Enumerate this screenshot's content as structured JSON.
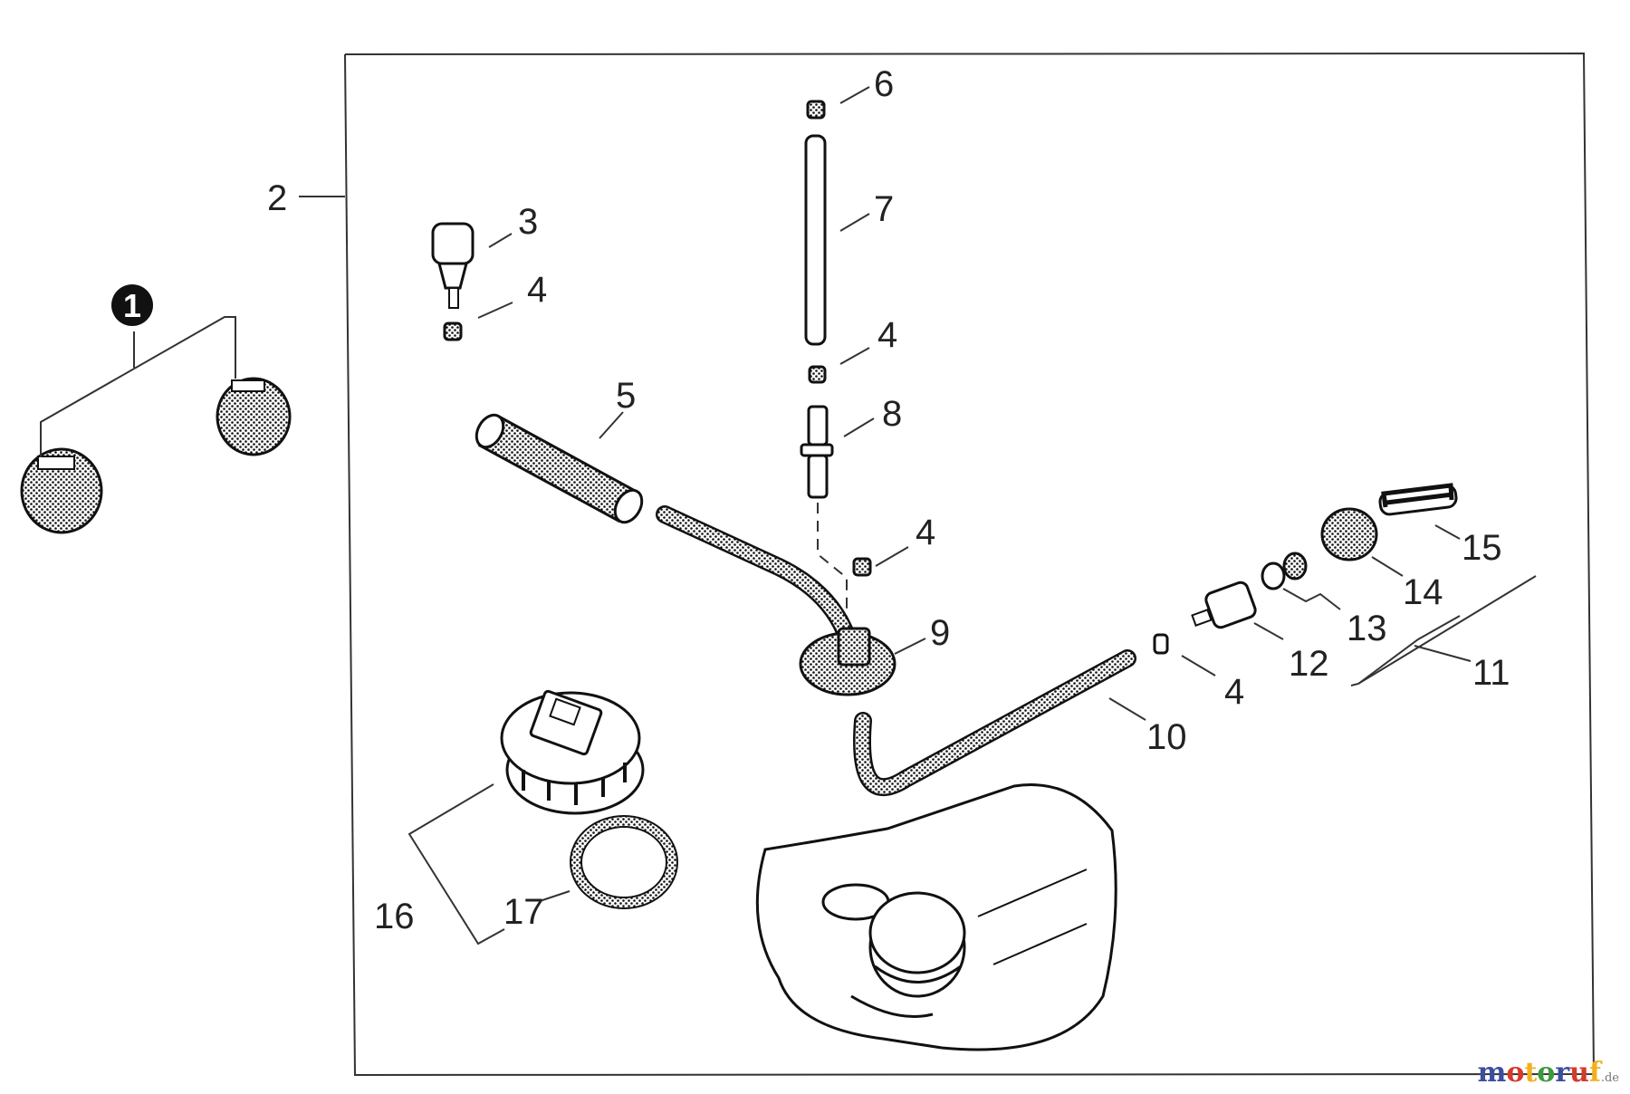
{
  "callouts": {
    "c1": "1",
    "c2": "2",
    "c3": "3",
    "c4a": "4",
    "c4b": "4",
    "c4c": "4",
    "c4d": "4",
    "c5": "5",
    "c6": "6",
    "c7": "7",
    "c8": "8",
    "c9": "9",
    "c10": "10",
    "c11": "11",
    "c12": "12",
    "c13": "13",
    "c14": "14",
    "c15": "15",
    "c16": "16",
    "c17": "17"
  },
  "watermark": {
    "letters": [
      "m",
      "o",
      "t",
      "o",
      "r",
      "u",
      "f"
    ],
    "colors": [
      "#3b4ea0",
      "#d63a2a",
      "#f2b01e",
      "#3e9a3c",
      "#3b4ea0",
      "#d63a2a",
      "#f2b01e"
    ],
    "suffix": ".de"
  }
}
